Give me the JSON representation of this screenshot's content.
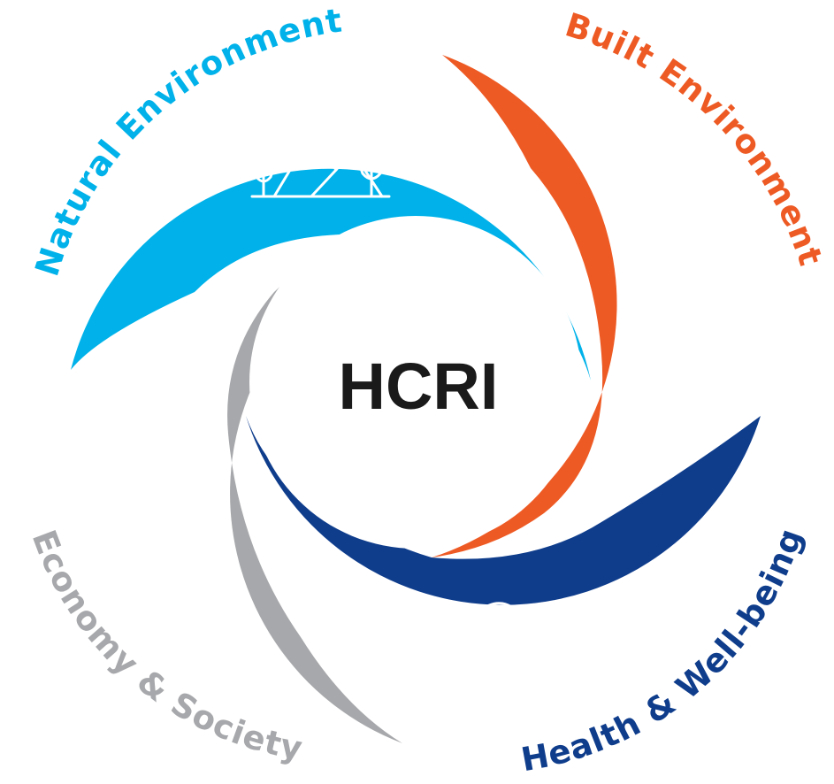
{
  "center": {
    "label": "HCRI"
  },
  "segments": [
    {
      "id": "natural",
      "label": "Natural Environment",
      "color": "#00b2e9",
      "icon": "mountains-trees-icon"
    },
    {
      "id": "built",
      "label": "Built Environment",
      "color": "#ee5a24",
      "icon": "city-buildings-icon"
    },
    {
      "id": "health",
      "label": "Health & Well-being",
      "color": "#0f3d8c",
      "icon": "heart-pulse-icon"
    },
    {
      "id": "economy",
      "label": "Economy & Society",
      "color": "#a7a8ab",
      "icon": "hand-money-plant-icon"
    }
  ],
  "colors": {
    "center_text": "#1a1a1a",
    "background": "#ffffff"
  }
}
